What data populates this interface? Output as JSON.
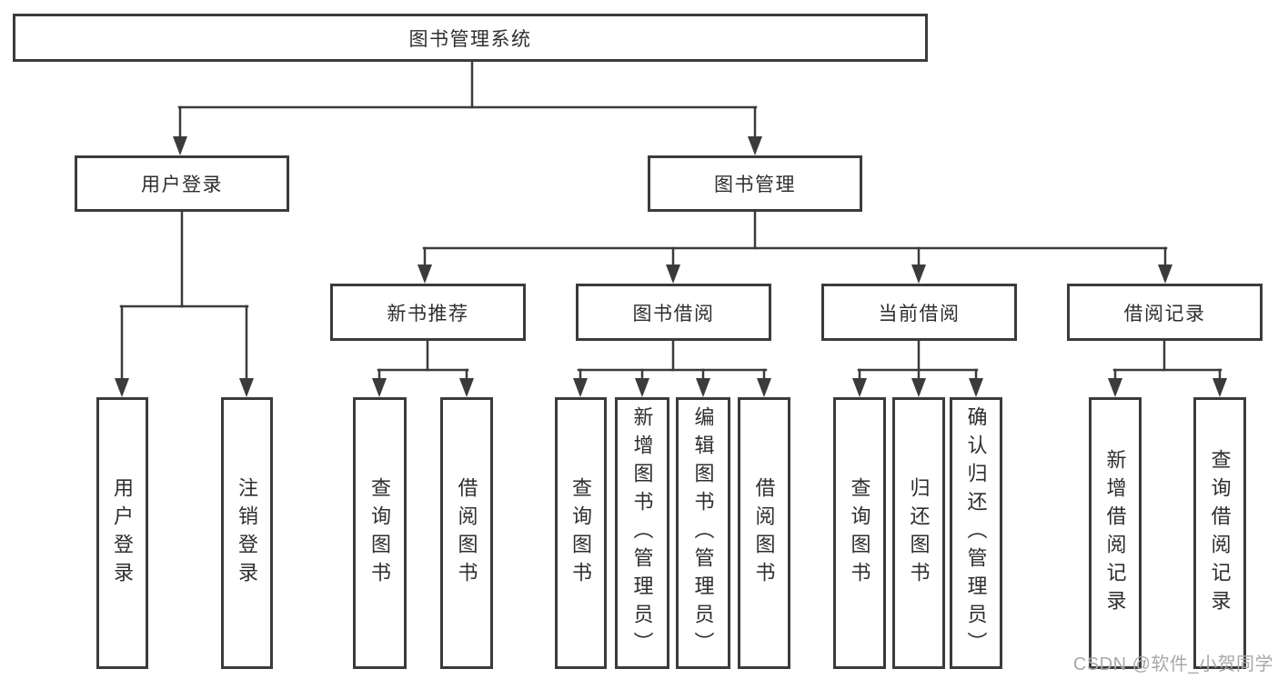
{
  "colors": {
    "line": "#3b3b3b",
    "text": "#2e2e2e",
    "box_background": "#ffffff",
    "watermark": "#a8a8a8",
    "background": "#ffffff"
  },
  "root": {
    "label": "图书管理系统"
  },
  "branches": [
    {
      "label": "用户登录",
      "children": [
        {
          "label": "用户登录"
        },
        {
          "label": "注销登录"
        }
      ]
    },
    {
      "label": "图书管理",
      "children": [
        {
          "label": "新书推荐",
          "children": [
            {
              "label": "查询图书"
            },
            {
              "label": "借阅图书"
            }
          ]
        },
        {
          "label": "图书借阅",
          "children": [
            {
              "label": "查询图书"
            },
            {
              "label": "新增图书（管理员）"
            },
            {
              "label": "编辑图书（管理员）"
            },
            {
              "label": "借阅图书"
            }
          ]
        },
        {
          "label": "当前借阅",
          "children": [
            {
              "label": "查询图书"
            },
            {
              "label": "归还图书"
            },
            {
              "label": "确认归还（管理员）"
            }
          ]
        },
        {
          "label": "借阅记录",
          "children": [
            {
              "label": "新增借阅记录"
            },
            {
              "label": "查询借阅记录"
            }
          ]
        }
      ]
    }
  ],
  "watermark": {
    "text": "CSDN @软件_小贺同学"
  }
}
